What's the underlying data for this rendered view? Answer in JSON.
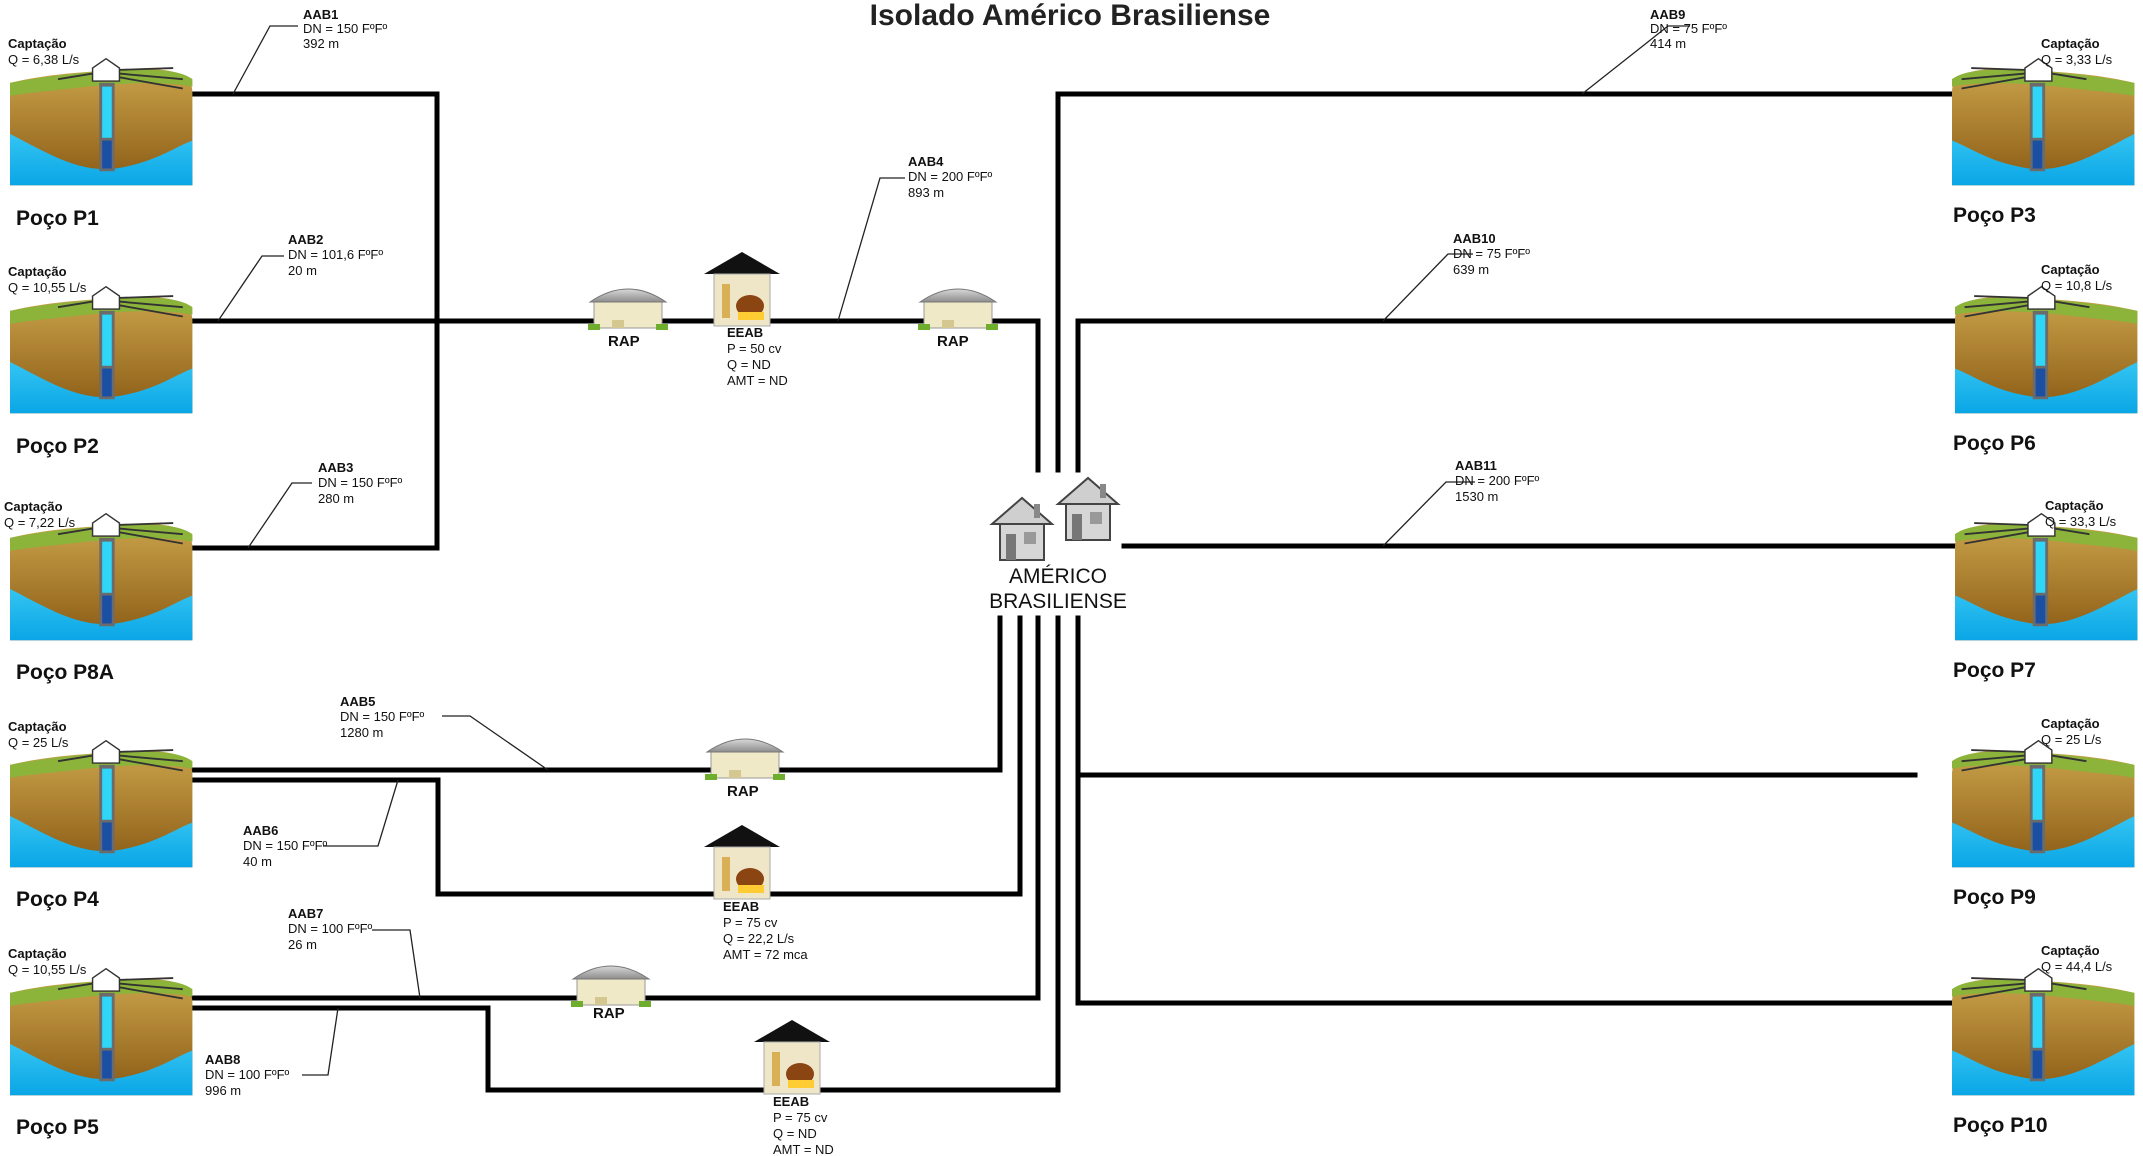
{
  "title": "Isolado Américo Brasiliense",
  "city": {
    "line1": "AMÉRICO",
    "line2": "BRASILIENSE"
  },
  "wells": [
    {
      "id": "p1",
      "name": "Poço P1",
      "cap_label": "Captação",
      "flow": "Q = 6,38 L/s"
    },
    {
      "id": "p2",
      "name": "Poço P2",
      "cap_label": "Captação",
      "flow": "Q = 10,55 L/s"
    },
    {
      "id": "p8a",
      "name": "Poço P8A",
      "cap_label": "Captação",
      "flow": "Q = 7,22 L/s"
    },
    {
      "id": "p4",
      "name": "Poço P4",
      "cap_label": "Captação",
      "flow": "Q = 25 L/s"
    },
    {
      "id": "p5",
      "name": "Poço P5",
      "cap_label": "Captação",
      "flow": "Q = 10,55 L/s"
    },
    {
      "id": "p3",
      "name": "Poço P3",
      "cap_label": "Captação",
      "flow": "Q = 3,33 L/s"
    },
    {
      "id": "p6",
      "name": "Poço P6",
      "cap_label": "Captação",
      "flow": "Q = 10,8 L/s"
    },
    {
      "id": "p7",
      "name": "Poço P7",
      "cap_label": "Captação",
      "flow": "Q = 33,3 L/s"
    },
    {
      "id": "p9",
      "name": "Poço P9",
      "cap_label": "Captação",
      "flow": "Q = 25 L/s"
    },
    {
      "id": "p10",
      "name": "Poço P10",
      "cap_label": "Captação",
      "flow": "Q = 44,4 L/s"
    }
  ],
  "pipes": [
    {
      "id": "AAB1",
      "name": "AAB1",
      "dn": "DN = 150 FºFº",
      "len": "392 m"
    },
    {
      "id": "AAB2",
      "name": "AAB2",
      "dn": "DN = 101,6 FºFº",
      "len": "20 m"
    },
    {
      "id": "AAB3",
      "name": "AAB3",
      "dn": "DN = 150 FºFº",
      "len": "280 m"
    },
    {
      "id": "AAB4",
      "name": "AAB4",
      "dn": "DN = 200 FºFº",
      "len": "893 m"
    },
    {
      "id": "AAB5",
      "name": "AAB5",
      "dn": "DN = 150 FºFº",
      "len": "1280 m"
    },
    {
      "id": "AAB6",
      "name": "AAB6",
      "dn": "DN = 150 FºFº",
      "len": "40 m"
    },
    {
      "id": "AAB7",
      "name": "AAB7",
      "dn": "DN = 100 FºFº",
      "len": "26 m"
    },
    {
      "id": "AAB8",
      "name": "AAB8",
      "dn": "DN = 100 FºFº",
      "len": "996 m"
    },
    {
      "id": "AAB9",
      "name": "AAB9",
      "dn": "DN = 75 FºFº",
      "len": "414 m"
    },
    {
      "id": "AAB10",
      "name": "AAB10",
      "dn": "DN = 75 FºFº",
      "len": "639 m"
    },
    {
      "id": "AAB11",
      "name": "AAB11",
      "dn": "DN = 200 FºFº",
      "len": "1530 m"
    }
  ],
  "stations": [
    {
      "id": "eeab1",
      "name": "EEAB",
      "p": "P = 50 cv",
      "q": "Q = ND",
      "amt": "AMT = ND"
    },
    {
      "id": "eeab2",
      "name": "EEAB",
      "p": "P = 75 cv",
      "q": "Q = 22,2 L/s",
      "amt": "AMT = 72 mca"
    },
    {
      "id": "eeab3",
      "name": "EEAB",
      "p": "P = 75 cv",
      "q": "Q = ND",
      "amt": "AMT = ND"
    }
  ],
  "reservoirs": [
    {
      "id": "rap1",
      "name": "RAP"
    },
    {
      "id": "rap2",
      "name": "RAP"
    },
    {
      "id": "rap3",
      "name": "RAP"
    },
    {
      "id": "rap4",
      "name": "RAP"
    }
  ]
}
